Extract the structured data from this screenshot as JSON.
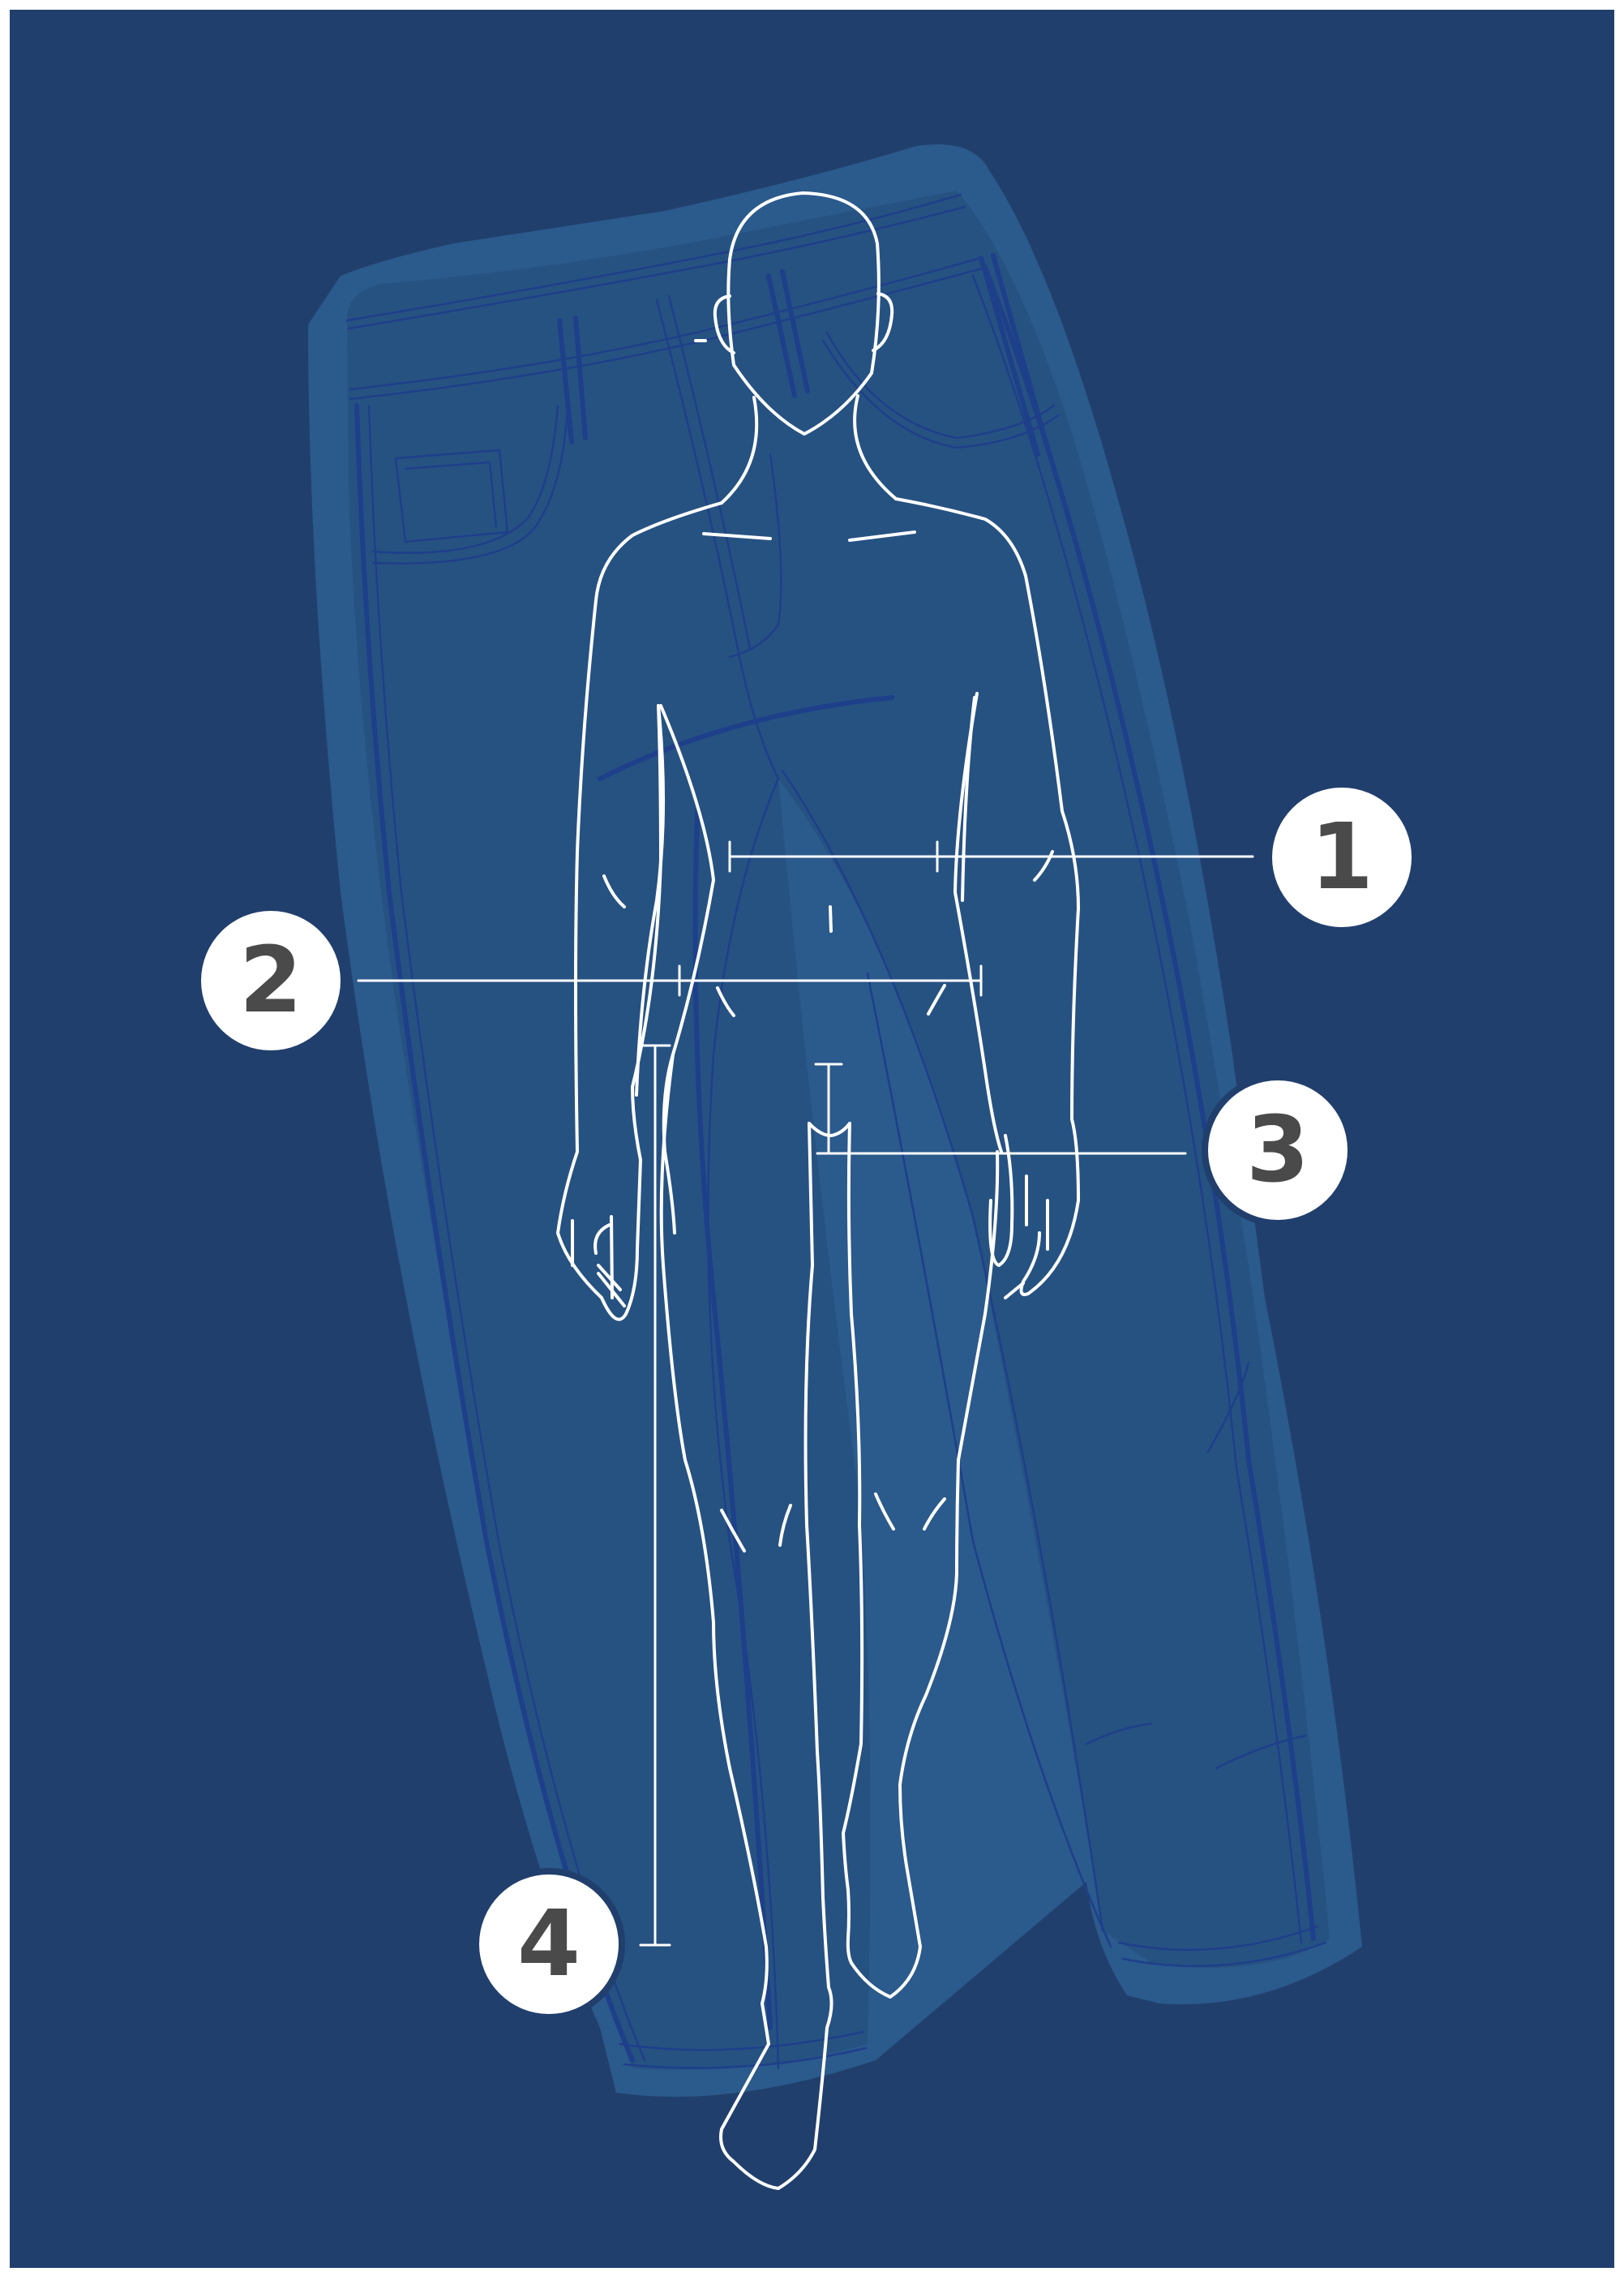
{
  "diagram": {
    "background_color": "#213f6d",
    "jeans_glow_color": "#2b5a8c",
    "jeans_color": "#265282",
    "stitch_color": "#1e3f8a",
    "figure_stroke_color": "#ffffff",
    "badge_fill_color": "#ffffff",
    "badge_text_color": "#4a4a4a",
    "markers": [
      {
        "label": "1"
      },
      {
        "label": "2"
      },
      {
        "label": "3"
      },
      {
        "label": "4"
      }
    ]
  }
}
